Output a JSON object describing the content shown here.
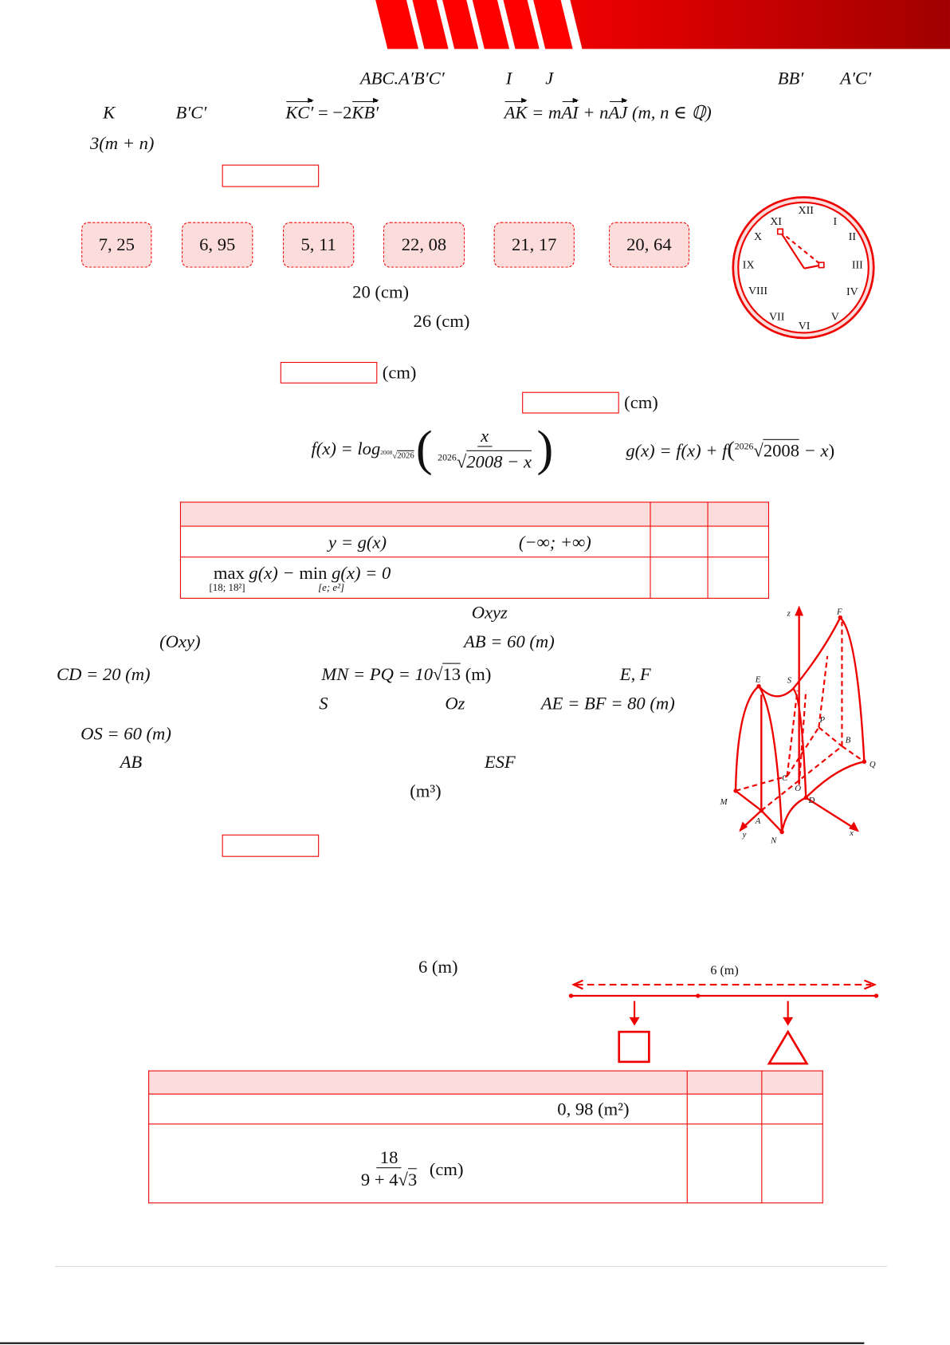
{
  "colors": {
    "accent": "#e00000",
    "light": "#fddcdc",
    "dark": "#a00000"
  },
  "q1": {
    "prism": "ABC.A′B′C′",
    "I": "I",
    "J": "J",
    "BB": "BB′",
    "AC": "A′C′",
    "K": "K",
    "BC": "B′C′",
    "kc_vec": "KC′",
    "kc_eq": " = −2",
    "kb_vec": "KB′",
    "ak_vec": "AK",
    "ak_eq1": " = m",
    "ai_vec": "AI",
    "ak_eq2": " + n",
    "aj_vec": "AJ",
    "ak_set": "(m, n ∈ ℚ)",
    "expr": "3(m + n)"
  },
  "q2": {
    "options": [
      "7, 25",
      "6, 95",
      "5, 11",
      "22, 08",
      "21, 17",
      "20, 64"
    ],
    "len1": "20 (cm)",
    "len2": "26 (cm)",
    "unit1": "(cm)",
    "unit2": "(cm)",
    "clock": [
      "XII",
      "I",
      "II",
      "III",
      "IV",
      "V",
      "VI",
      "VII",
      "VIII",
      "IX",
      "X",
      "XI"
    ]
  },
  "q3": {
    "f_lhs": "f(x) = log",
    "f_base_idx": "2008",
    "f_base": "2026",
    "f_num": "x",
    "f_den_idx": "2026",
    "f_den": "2008 − x",
    "g_lhs": "g(x) = f(x) + f",
    "g_idx": "2026",
    "g_rad": "2008",
    "g_tail": " − x",
    "table": {
      "row1_a": "y = g(x)",
      "row1_b": "(−∞; +∞)",
      "row2_max": "max",
      "row2_g1": " g(x) − ",
      "row2_min": "min",
      "row2_g2": " g(x) = 0",
      "row2_sub1": "[18; 18²]",
      "row2_sub2": "[e; e²]"
    }
  },
  "q4": {
    "oxyz": "Oxyz",
    "oxy": "(Oxy)",
    "ab": "AB = 60 (m)",
    "cd": "CD = 20 (m)",
    "mn": "MN = PQ = 10",
    "mn_rad": "13",
    "mn_unit": " (m)",
    "ef": "E, F",
    "s": "S",
    "oz": "Oz",
    "ae": "AE = BF = 80 (m)",
    "os": "OS = 60 (m)",
    "ab2": "AB",
    "esf": "ESF",
    "unit": "(m³)",
    "figure_labels": [
      "z",
      "F",
      "E",
      "S",
      "P",
      "B",
      "Q",
      "C",
      "O",
      "M",
      "D",
      "A",
      "y",
      "N",
      "x"
    ]
  },
  "q5": {
    "len": "6 (m)",
    "beam_len": "6 (m)",
    "table": {
      "row1": "0, 98 (m²)",
      "row2_num": "18",
      "row2_den_a": "9 + 4",
      "row2_den_rad": "3",
      "row2_unit": "(cm)"
    }
  }
}
